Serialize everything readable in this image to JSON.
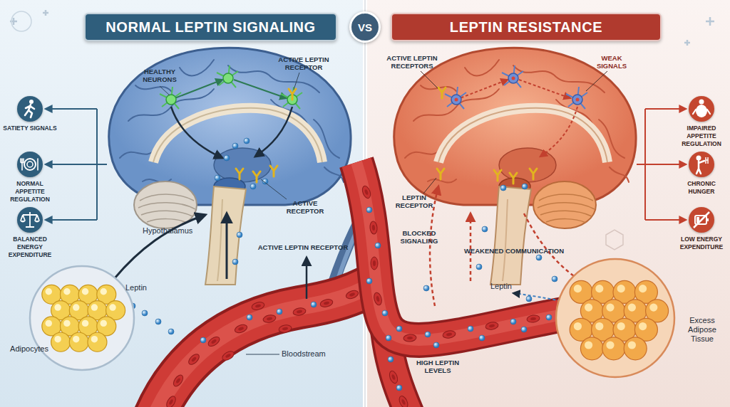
{
  "diagram": {
    "nodes": [
      {
        "text": [
          "NORMAL LEPTIN SIGNALING"
        ]
      },
      {
        "text": [
          "VS"
        ]
      },
      {
        "text": [
          "LEPTIN RESISTANCE"
        ]
      },
      {
        "text": [
          "SATIETY SIGNALS"
        ]
      },
      {
        "text": [
          "NORMAL APPETITE REGULATION"
        ]
      },
      {
        "text": [
          "BALANCED ENERGY EXPENDITURE"
        ]
      },
      {
        "text": [
          "Adipocytes"
        ]
      },
      {
        "text": [
          "IMPAIRED APPETITE REGULATION"
        ]
      },
      {
        "text": [
          "CHRONIC HUNGER"
        ]
      },
      {
        "text": [
          "LOW ENERGY EXPENDITURE"
        ]
      },
      {
        "text": [
          "Excess Adipose Tissue"
        ]
      }
    ],
    "labels": [
      "HEALTHY NEURONS",
      "ACTIVE LEPTIN RECEPTOR",
      "ACTIVE RECEPTOR",
      "Hypothalamus",
      "ACTIVE LEPTIN RECEPTOR",
      "Leptin",
      "Bloodstream",
      "ACTIVE LEPTIN RECEPTORS",
      "WEAK SIGNALS",
      "LEPTIN RECEPTOR",
      "BLOCKED SIGNALING",
      "WEAKENED COMMUNICATION",
      "Leptin",
      "HIGH LEPTIN LEVELS"
    ]
  }
}
